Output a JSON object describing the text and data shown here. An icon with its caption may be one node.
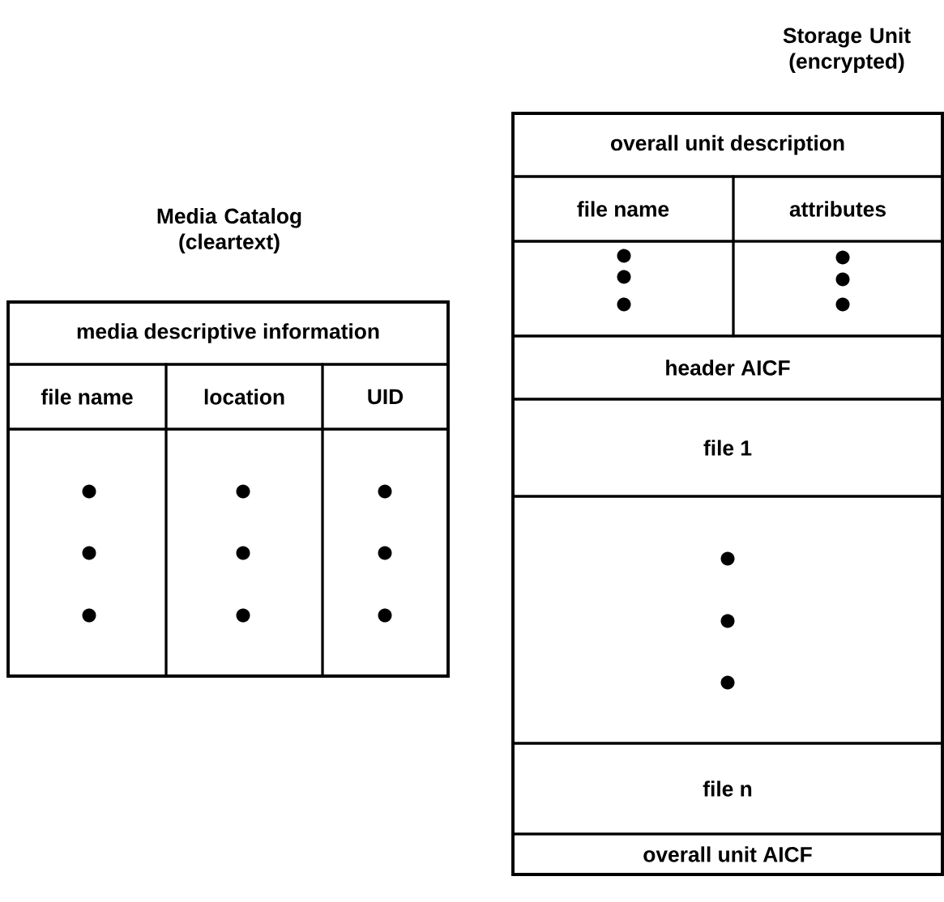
{
  "diagram": {
    "nodes": [
      {
        "text": [
          "Media Catalog (cleartext)"
        ]
      },
      {
        "text": [
          "media descriptive information"
        ],
        "in": 0
      },
      {
        "text": [
          "file name"
        ],
        "in": 0
      },
      {
        "text": [
          "location"
        ],
        "in": 0
      },
      {
        "text": [
          "UID"
        ],
        "in": 0
      },
      {
        "text": [
          "Storage Unit (encrypted)"
        ]
      },
      {
        "text": [
          "overall unit description"
        ],
        "in": 5
      },
      {
        "text": [
          "file name"
        ],
        "in": 5
      },
      {
        "text": [
          "attributes"
        ],
        "in": 5
      },
      {
        "text": [
          "header AICF"
        ],
        "in": 5
      },
      {
        "text": [
          "file 1"
        ],
        "in": 5
      },
      {
        "text": [
          "file n"
        ],
        "in": 5
      },
      {
        "text": [
          "overall unit AICF"
        ],
        "in": 5
      }
    ]
  }
}
